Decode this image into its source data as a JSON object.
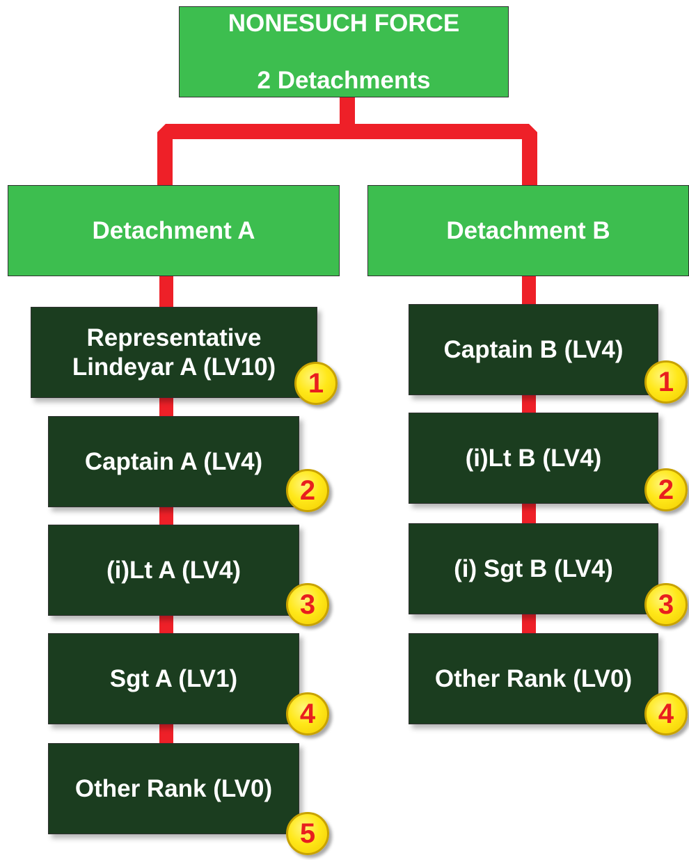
{
  "title": {
    "line1": "NONESUCH FORCE",
    "line2": "2 Detachments"
  },
  "colors": {
    "connector": "#ee2028",
    "header_fill": "#3dbe4f",
    "member_fill": "#1b3d1f",
    "badge_fill": "#ffe81a",
    "badge_text": "#e81e1e",
    "text": "#ffffff"
  },
  "detachments": [
    {
      "name": "Detachment A",
      "members": [
        {
          "label": "Representative\nLindeyar A (LV10)",
          "order": "1"
        },
        {
          "label": "Captain A (LV4)",
          "order": "2"
        },
        {
          "label": "(i)Lt A (LV4)",
          "order": "3"
        },
        {
          "label": "Sgt A (LV1)",
          "order": "4"
        },
        {
          "label": "Other Rank (LV0)",
          "order": "5"
        }
      ]
    },
    {
      "name": "Detachment B",
      "members": [
        {
          "label": "Captain B (LV4)",
          "order": "1"
        },
        {
          "label": "(i)Lt B (LV4)",
          "order": "2"
        },
        {
          "label": "(i) Sgt B (LV4)",
          "order": "3"
        },
        {
          "label": "Other Rank (LV0)",
          "order": "4"
        }
      ]
    }
  ]
}
